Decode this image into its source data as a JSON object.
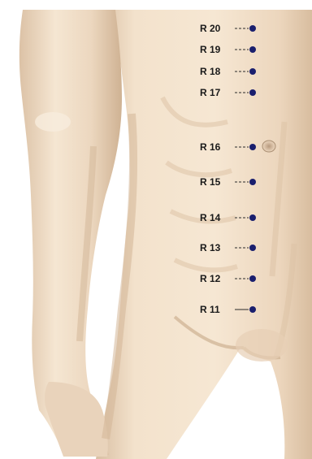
{
  "figure": {
    "subject": "Front view of the lower torso with the right arm alongside, showing kidney-meridian acupuncture points R 11 to R 20 along the midline of the abdomen",
    "colors": {
      "background": "#ffffff",
      "skin": "#f1dec8",
      "point_marker": "#1a1f6e",
      "label_text": "#1a1a1a",
      "leader_line": "#2a2a2a"
    }
  },
  "points": [
    {
      "label": "R 20",
      "line_style": "dashed"
    },
    {
      "label": "R 19",
      "line_style": "dashed"
    },
    {
      "label": "R 18",
      "line_style": "dashed"
    },
    {
      "label": "R 17",
      "line_style": "dashed"
    },
    {
      "label": "R 16",
      "line_style": "dashed"
    },
    {
      "label": "R 15",
      "line_style": "dashed"
    },
    {
      "label": "R 14",
      "line_style": "dashed"
    },
    {
      "label": "R 13",
      "line_style": "dashed"
    },
    {
      "label": "R 12",
      "line_style": "dashed"
    },
    {
      "label": "R 11",
      "line_style": "solid"
    }
  ]
}
